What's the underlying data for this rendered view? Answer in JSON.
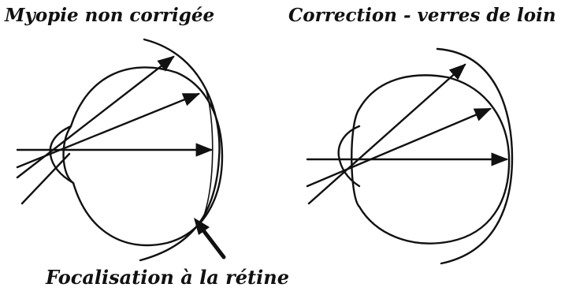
{
  "left_panel": {
    "title": "Myopie non corrigée",
    "caption": "Focalisation à la rétine"
  },
  "right_panel": {
    "title": "Correction - verres de loin"
  },
  "colors": {
    "ink": "#111111",
    "background": "#ffffff"
  }
}
